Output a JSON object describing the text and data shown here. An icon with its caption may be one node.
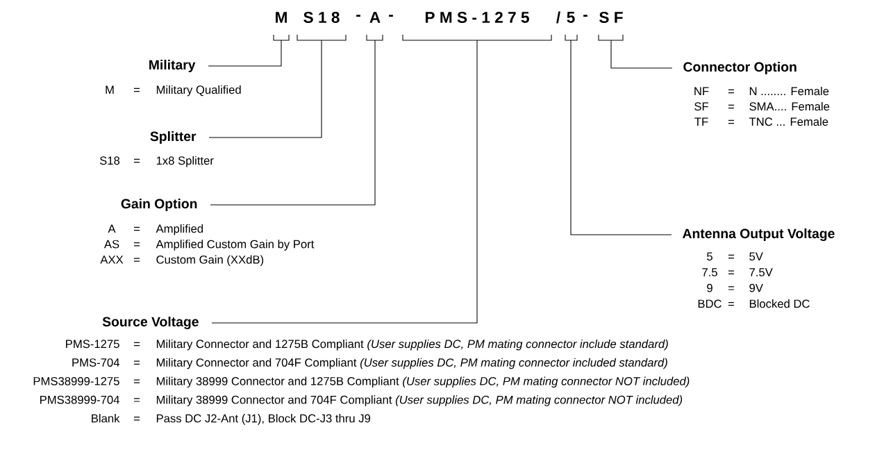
{
  "diagram": {
    "nodes": [
      {
        "text": [
          "M"
        ]
      },
      {
        "text": [
          "S 1 8"
        ]
      },
      {
        "text": [
          "A"
        ]
      },
      {
        "text": [
          "P M S - 1 2 7 5"
        ]
      },
      {
        "text": [
          "5"
        ]
      },
      {
        "text": [
          "S F"
        ]
      },
      {
        "text": [
          "Military"
        ],
        "beside": [
          "M",
          "=",
          "Military Qualified"
        ]
      },
      {
        "text": [
          "Splitter"
        ],
        "beside": [
          "S18",
          "=",
          "1x8 Splitter"
        ]
      },
      {
        "text": [
          "Gain Option"
        ],
        "beside": [
          "A",
          "=",
          "Amplified",
          "AS",
          "=",
          "Amplified Custom Gain by Port",
          "AXX",
          "=",
          "Custom Gain (XXdB)"
        ]
      },
      {
        "text": [
          "Source Voltage"
        ],
        "beside": [
          "PMS-1275",
          "=",
          "Military Connector and 1275B Compliant *(User supplies DC, PM mating connector include standard)*",
          "PMS-704",
          "=",
          "Military Connector and 704F Compliant *(User supplies DC, PM mating connector included standard)*",
          "PMS38999-1275",
          "=",
          "Military 38999 Connector and 1275B Compliant *(User supplies DC, PM mating connector NOT included)*",
          "PMS38999-704",
          "=",
          "Military 38999 Connector and 704F Compliant *(User supplies DC, PM mating connector NOT included)*",
          "Blank",
          "=",
          "Pass DC J2-Ant (J1), Block DC-J3 thru J9"
        ]
      },
      {
        "text": [
          "Connector Option"
        ],
        "beside": [
          "NF",
          "=",
          "N ........ Female",
          "SF",
          "=",
          "SMA.... Female",
          "TF",
          "=",
          "TNC ... Female"
        ]
      },
      {
        "text": [
          "Antenna Output Voltage"
        ],
        "beside": [
          "5",
          "=",
          "5V",
          "7.5",
          "=",
          "7.5V",
          "9",
          "=",
          "9V",
          "BDC",
          "=",
          "Blocked DC"
        ]
      }
    ],
    "edges": [
      {
        "from": 0,
        "to": 6,
        "arrow": "none"
      },
      {
        "from": 1,
        "to": 7,
        "arrow": "none"
      },
      {
        "from": 2,
        "to": 8,
        "arrow": "none"
      },
      {
        "from": 3,
        "to": 9,
        "arrow": "none"
      },
      {
        "from": 5,
        "to": 10,
        "arrow": "none"
      },
      {
        "from": 4,
        "to": 11,
        "arrow": "none"
      }
    ],
    "labels": [
      "-",
      "-",
      "/",
      "-"
    ]
  }
}
